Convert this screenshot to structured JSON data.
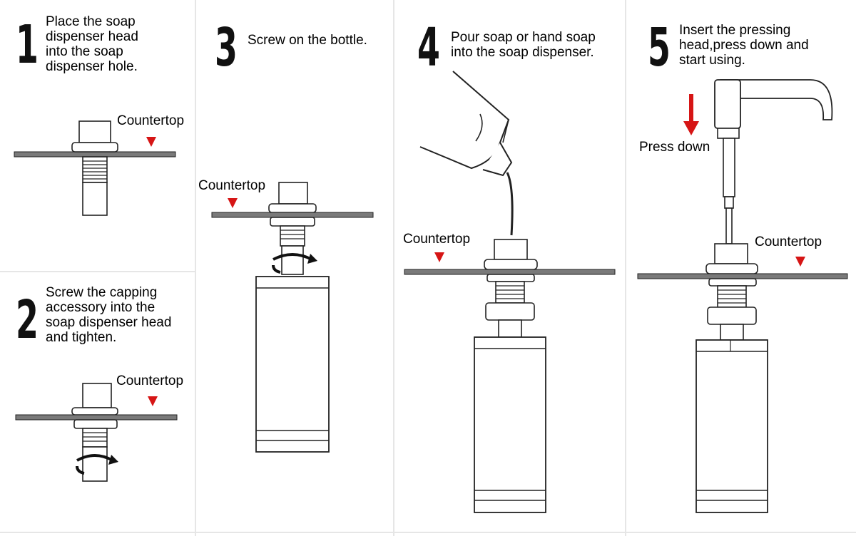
{
  "colors": {
    "marker": "#d61515",
    "line": "#222222",
    "countertop": "#7a7a7a",
    "divider": "#e6e6e6"
  },
  "steps": [
    {
      "number": "1",
      "text": "Place the soap\ndispenser head\ninto the soap\ndispenser hole.",
      "countertop_label": "Countertop"
    },
    {
      "number": "2",
      "text": "Screw the capping\naccessory into the\nsoap dispenser head\nand tighten.",
      "countertop_label": "Countertop"
    },
    {
      "number": "3",
      "text": "Screw on the bottle.",
      "countertop_label": "Countertop"
    },
    {
      "number": "4",
      "text": "Pour soap or hand soap\ninto the soap dispenser.",
      "countertop_label": "Countertop"
    },
    {
      "number": "5",
      "text": "Insert the pressing\nhead,press down and\nstart using.",
      "countertop_label": "Countertop",
      "press_label": "Press down"
    }
  ]
}
